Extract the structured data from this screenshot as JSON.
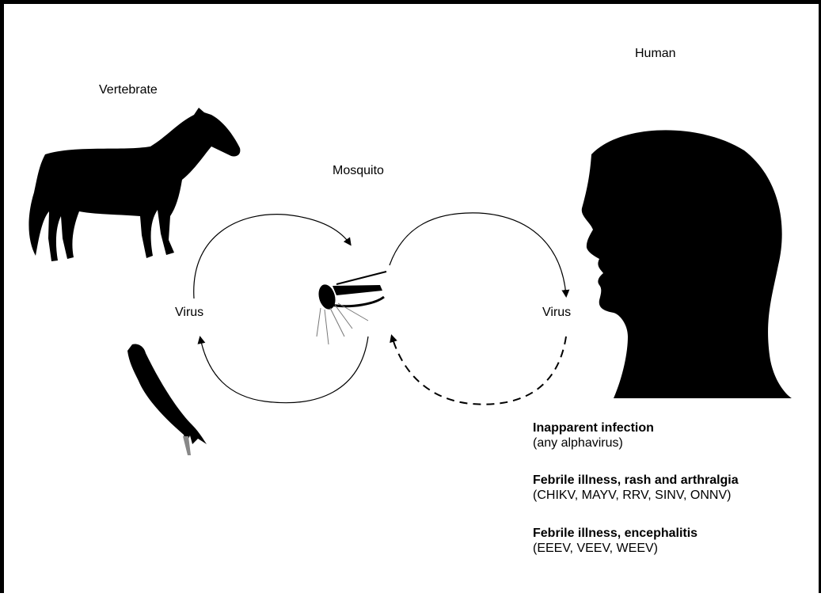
{
  "labels": {
    "vertebrate": "Vertebrate",
    "human": "Human",
    "mosquito": "Mosquito",
    "virus_left": "Virus",
    "virus_right": "Virus"
  },
  "outcomes": [
    {
      "heading": "Inapparent infection",
      "detail": "(any alphavirus)"
    },
    {
      "heading": "Febrile illness, rash and arthralgia",
      "detail": "(CHIKV, MAYV, RRV, SINV, ONNV)"
    },
    {
      "heading": "Febrile illness, encephalitis",
      "detail": "(EEEV, VEEV, WEEV)"
    }
  ],
  "icons": {
    "horse": "horse-silhouette-icon",
    "bird": "bird-silhouette-icon",
    "mosquito": "mosquito-silhouette-icon",
    "human": "human-head-silhouette-icon"
  }
}
